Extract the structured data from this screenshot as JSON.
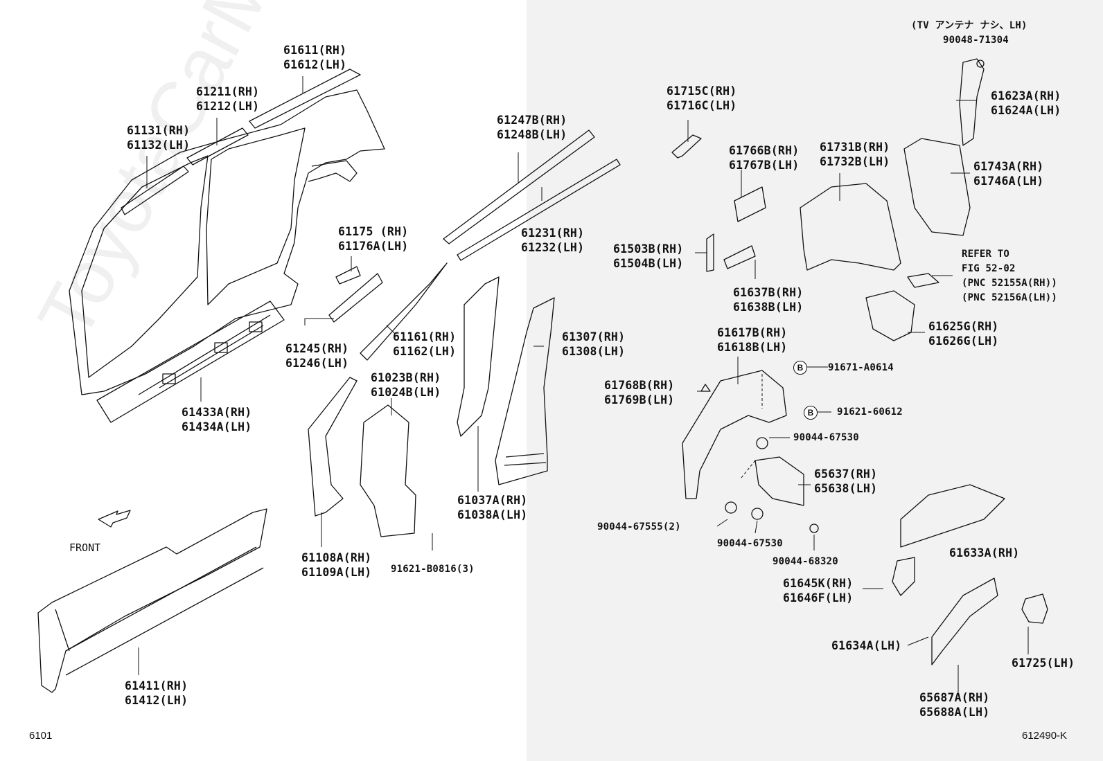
{
  "diagram_id": "6101",
  "illustration_ref": "612490-K",
  "watermark": "ToyotaCarMine.ru",
  "front_label": "FRONT",
  "labels": {
    "p61611": [
      "61611(RH)",
      "61612(LH)"
    ],
    "p61211": [
      "61211(RH)",
      "61212(LH)"
    ],
    "p61131": [
      "61131(RH)",
      "61132(LH)"
    ],
    "p61175": [
      "61175 (RH)",
      "61176A(LH)"
    ],
    "p61247": [
      "61247B(RH)",
      "61248B(LH)"
    ],
    "p61231": [
      "61231(RH)",
      "61232(LH)"
    ],
    "p61245": [
      "61245(RH)",
      "61246(LH)"
    ],
    "p61161": [
      "61161(RH)",
      "61162(LH)"
    ],
    "p61307": [
      "61307(RH)",
      "61308(LH)"
    ],
    "p61433": [
      "61433A(RH)",
      "61434A(LH)"
    ],
    "p61023": [
      "61023B(RH)",
      "61024B(LH)"
    ],
    "p61037": [
      "61037A(RH)",
      "61038A(LH)"
    ],
    "p61108": [
      "61108A(RH)",
      "61109A(LH)"
    ],
    "p91621b": [
      "91621-B0816(3)"
    ],
    "p61411": [
      "61411(RH)",
      "61412(LH)"
    ],
    "p61715": [
      "61715C(RH)",
      "61716C(LH)"
    ],
    "p61766": [
      "61766B(RH)",
      "61767B(LH)"
    ],
    "p61731": [
      "61731B(RH)",
      "61732B(LH)"
    ],
    "p61503": [
      "61503B(RH)",
      "61504B(LH)"
    ],
    "p61637": [
      "61637B(RH)",
      "61638B(LH)"
    ],
    "p61617": [
      "61617B(RH)",
      "61618B(LH)"
    ],
    "p61768": [
      "61768B(RH)",
      "61769B(LH)"
    ],
    "p91671": [
      "91671-A0614"
    ],
    "p91621": [
      "91621-60612"
    ],
    "p90044a": [
      "90044-67530"
    ],
    "p65637": [
      "65637(RH)",
      "65638(LH)"
    ],
    "p90044b": [
      "90044-67555(2)"
    ],
    "p90044c": [
      "90044-67530"
    ],
    "p90044d": [
      "90044-68320"
    ],
    "p61623": [
      "61623A(RH)",
      "61624A(LH)"
    ],
    "p61743": [
      "61743A(RH)",
      "61746A(LH)"
    ],
    "p61625": [
      "61625G(RH)",
      "61626G(LH)"
    ],
    "p61633": [
      "61633A(RH)"
    ],
    "p61645": [
      "61645K(RH)",
      "61646F(LH)"
    ],
    "p61634": [
      "61634A(LH)"
    ],
    "p61725": [
      "61725(LH)"
    ],
    "p65687": [
      "65687A(RH)",
      "65688A(LH)"
    ],
    "p90048": [
      "(TV アンテナ ナシ、LH)",
      "90048-71304"
    ],
    "refer": [
      "REFER TO",
      "FIG 52-02",
      "(PNC 52155A(RH))",
      "(PNC 52156A(LH))"
    ]
  }
}
